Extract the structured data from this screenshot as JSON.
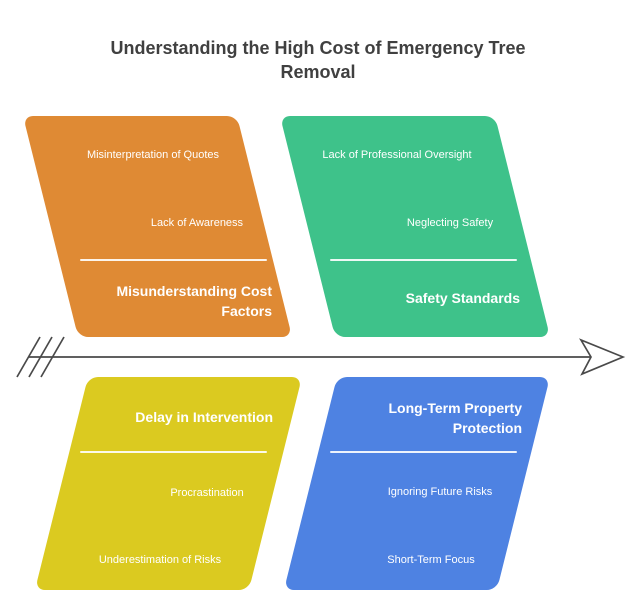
{
  "title": "Understanding the High Cost of Emergency Tree Removal",
  "title_color": "#404040",
  "arrow": {
    "stroke_color": "#4A4A4A",
    "fill_color": "#ffffff"
  },
  "branches": [
    {
      "id": "misunderstanding-cost-factors",
      "label": "Misunderstanding Cost Factors",
      "color": "#DF8A34",
      "position": "top-left",
      "causes": [
        "Misinterpretation of Quotes",
        "Lack of Awareness"
      ]
    },
    {
      "id": "safety-standards",
      "label": "Safety Standards",
      "color": "#3EC28A",
      "position": "top-right",
      "causes": [
        "Lack of Professional Oversight",
        "Neglecting Safety"
      ]
    },
    {
      "id": "delay-in-intervention",
      "label": "Delay in Intervention",
      "color": "#DBCA20",
      "position": "bottom-left",
      "causes": [
        "Procrastination",
        "Underestimation of Risks"
      ]
    },
    {
      "id": "long-term-property-protection",
      "label": "Long-Term Property Protection",
      "color": "#4E82E2",
      "position": "bottom-right",
      "causes": [
        "Ignoring Future Risks",
        "Short-Term Focus"
      ]
    }
  ]
}
